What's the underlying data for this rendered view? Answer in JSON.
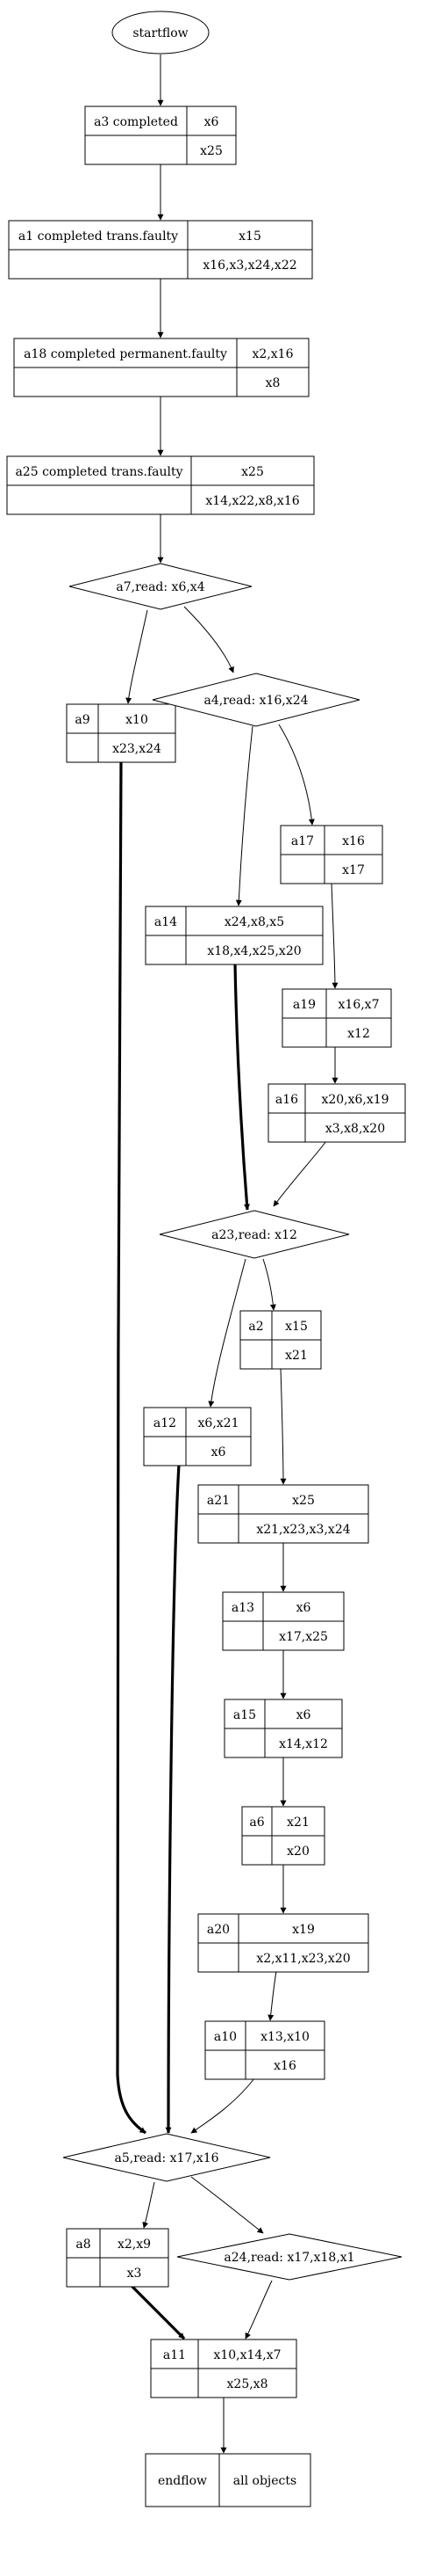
{
  "start": "startflow",
  "end": {
    "label": "endflow",
    "objects": "all objects"
  },
  "records": {
    "a3": {
      "label": "a3 completed",
      "in": "x6",
      "out": "x25"
    },
    "a1": {
      "label": "a1 completed trans.faulty",
      "in": "x15",
      "out": "x16,x3,x24,x22"
    },
    "a18": {
      "label": "a18 completed permanent.faulty",
      "in": "x2,x16",
      "out": "x8"
    },
    "a25": {
      "label": "a25 completed trans.faulty",
      "in": "x25",
      "out": "x14,x22,x8,x16"
    },
    "a9": {
      "label": "a9",
      "in": "x10",
      "out": "x23,x24"
    },
    "a17": {
      "label": "a17",
      "in": "x16",
      "out": "x17"
    },
    "a14": {
      "label": "a14",
      "in": "x24,x8,x5",
      "out": "x18,x4,x25,x20"
    },
    "a19": {
      "label": "a19",
      "in": "x16,x7",
      "out": "x12"
    },
    "a16": {
      "label": "a16",
      "in": "x20,x6,x19",
      "out": "x3,x8,x20"
    },
    "a2": {
      "label": "a2",
      "in": "x15",
      "out": "x21"
    },
    "a12": {
      "label": "a12",
      "in": "x6,x21",
      "out": "x6"
    },
    "a21": {
      "label": "a21",
      "in": "x25",
      "out": "x21,x23,x3,x24"
    },
    "a13": {
      "label": "a13",
      "in": "x6",
      "out": "x17,x25"
    },
    "a15": {
      "label": "a15",
      "in": "x6",
      "out": "x14,x12"
    },
    "a6": {
      "label": "a6",
      "in": "x21",
      "out": "x20"
    },
    "a20": {
      "label": "a20",
      "in": "x19",
      "out": "x2,x11,x23,x20"
    },
    "a10": {
      "label": "a10",
      "in": "x13,x10",
      "out": "x16"
    },
    "a8": {
      "label": "a8",
      "in": "x2,x9",
      "out": "x3"
    },
    "a11": {
      "label": "a11",
      "in": "x10,x14,x7",
      "out": "x25,x8"
    }
  },
  "decisions": {
    "a7": "a7,read: x6,x4",
    "a4": "a4,read: x16,x24",
    "a23": "a23,read: x12",
    "a5": "a5,read: x17,x16",
    "a24": "a24,read: x17,x18,x1"
  }
}
